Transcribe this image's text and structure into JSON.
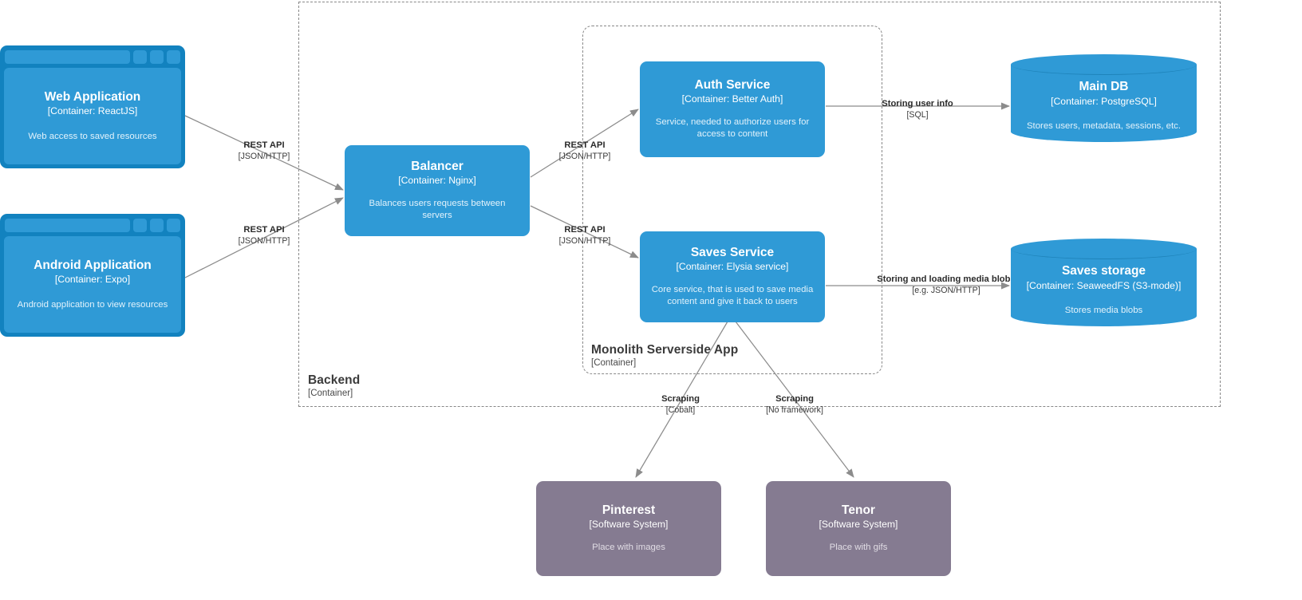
{
  "diagram": {
    "type": "C4 Container diagram",
    "background": "#ffffff",
    "colors": {
      "container_fill": "#2f9ad6",
      "container_chrome": "#1282bf",
      "external_fill": "#857b91",
      "boundary_stroke": "#888888",
      "edge_stroke": "#8c8c8c",
      "text_on_fill": "#ffffff"
    }
  },
  "boundaries": [
    {
      "id": "backend",
      "name": "Backend",
      "type": "[Container]"
    },
    {
      "id": "monolith",
      "name": "Monolith Serverside App",
      "type": "[Container]"
    }
  ],
  "nodes": {
    "web_application": {
      "name": "Web Application",
      "tech": "[Container: ReactJS]",
      "desc": "Web access to saved resources",
      "shape": "browser"
    },
    "android_application": {
      "name": "Android Application",
      "tech": "[Container: Expo]",
      "desc": "Android application to view resources",
      "shape": "browser"
    },
    "balancer": {
      "name": "Balancer",
      "tech": "[Container: Nginx]",
      "desc": "Balances users requests between servers",
      "shape": "rounded-rect"
    },
    "auth_service": {
      "name": "Auth Service",
      "tech": "[Container: Better Auth]",
      "desc": "Service, needed to authorize users for access to content",
      "shape": "rounded-rect"
    },
    "saves_service": {
      "name": "Saves Service",
      "tech": "[Container: Elysia service]",
      "desc": "Core service, that is used to save media content and give it back to users",
      "shape": "rounded-rect"
    },
    "main_db": {
      "name": "Main DB",
      "tech": "[Container: PostgreSQL]",
      "desc": "Stores users, metadata, sessions, etc.",
      "shape": "cylinder"
    },
    "saves_storage": {
      "name": "Saves storage",
      "tech": "[Container: SeaweedFS (S3-mode)]",
      "desc": "Stores media blobs",
      "shape": "cylinder"
    },
    "pinterest": {
      "name": "Pinterest",
      "tech": "[Software System]",
      "desc": "Place with images",
      "shape": "rounded-rect"
    },
    "tenor": {
      "name": "Tenor",
      "tech": "[Software System]",
      "desc": "Place with gifs",
      "shape": "rounded-rect"
    }
  },
  "edges": [
    {
      "id": "web-to-balancer",
      "from": "web_application",
      "to": "balancer",
      "name": "REST API",
      "tech": "[JSON/HTTP]"
    },
    {
      "id": "android-to-balancer",
      "from": "android_application",
      "to": "balancer",
      "name": "REST API",
      "tech": "[JSON/HTTP]"
    },
    {
      "id": "balancer-to-auth",
      "from": "balancer",
      "to": "auth_service",
      "name": "REST API",
      "tech": "[JSON/HTTP]"
    },
    {
      "id": "balancer-to-saves",
      "from": "balancer",
      "to": "saves_service",
      "name": "REST API",
      "tech": "[JSON/HTTP]"
    },
    {
      "id": "auth-to-maindb",
      "from": "auth_service",
      "to": "main_db",
      "name": "Storing user info",
      "tech": "[SQL]"
    },
    {
      "id": "saves-to-storage",
      "from": "saves_service",
      "to": "saves_storage",
      "name": "Storing and loading media blobs",
      "tech": "[e.g. JSON/HTTP]"
    },
    {
      "id": "saves-to-pinterest",
      "from": "saves_service",
      "to": "pinterest",
      "name": "Scraping",
      "tech": "[Cobalt]"
    },
    {
      "id": "saves-to-tenor",
      "from": "saves_service",
      "to": "tenor",
      "name": "Scraping",
      "tech": "[No framework]"
    }
  ]
}
